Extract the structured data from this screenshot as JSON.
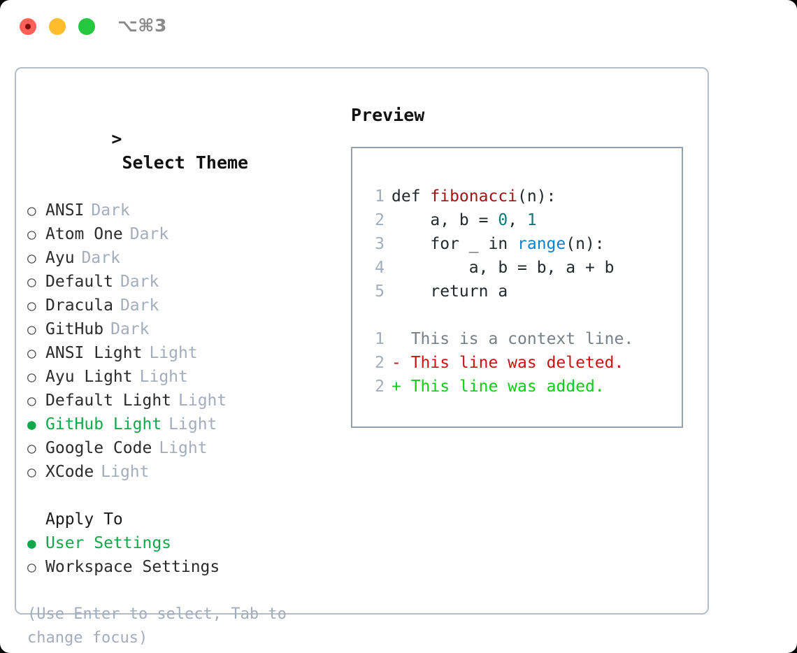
{
  "window": {
    "title": "⌥⌘3",
    "traffic_lights": [
      "close",
      "minimize",
      "zoom"
    ],
    "colors": {
      "close": "#ff6159",
      "minimize": "#ffbd2e",
      "zoom": "#25c73f",
      "accent_green": "#10a84a",
      "muted": "#a3adbb",
      "border": "#b4bcc8",
      "code_border": "#96a1b0"
    }
  },
  "theme_list": {
    "header": "> Select Theme",
    "header_caret": ">",
    "header_label": "Select Theme",
    "marker_unselected": "○",
    "marker_selected": "●",
    "items": [
      {
        "marker": "○",
        "name": "ANSI",
        "variant": "Dark",
        "selected": false
      },
      {
        "marker": "○",
        "name": "Atom One",
        "variant": "Dark",
        "selected": false
      },
      {
        "marker": "○",
        "name": "Ayu",
        "variant": "Dark",
        "selected": false
      },
      {
        "marker": "○",
        "name": "Default",
        "variant": "Dark",
        "selected": false
      },
      {
        "marker": "○",
        "name": "Dracula",
        "variant": "Dark",
        "selected": false
      },
      {
        "marker": "○",
        "name": "GitHub",
        "variant": "Dark",
        "selected": false
      },
      {
        "marker": "○",
        "name": "ANSI Light",
        "variant": "Light",
        "selected": false
      },
      {
        "marker": "○",
        "name": "Ayu Light",
        "variant": "Light",
        "selected": false
      },
      {
        "marker": "○",
        "name": "Default Light",
        "variant": "Light",
        "selected": false
      },
      {
        "marker": "●",
        "name": "GitHub Light",
        "variant": "Light",
        "selected": true
      },
      {
        "marker": "○",
        "name": "Google Code",
        "variant": "Light",
        "selected": false
      },
      {
        "marker": "○",
        "name": "XCode",
        "variant": "Light",
        "selected": false
      }
    ]
  },
  "apply_to": {
    "title": "Apply To",
    "options": [
      {
        "marker": "●",
        "label": "User Settings",
        "selected": true
      },
      {
        "marker": "○",
        "label": "Workspace Settings",
        "selected": false
      }
    ]
  },
  "hint": "(Use Enter to select, Tab to\nchange focus)",
  "preview": {
    "title": "Preview",
    "code_lines": [
      {
        "number": "1",
        "tokens": [
          {
            "text": "def ",
            "type": "kw"
          },
          {
            "text": "fibonacci",
            "type": "fn"
          },
          {
            "text": "(n):",
            "type": "plain"
          }
        ]
      },
      {
        "number": "2",
        "tokens": [
          {
            "text": "    a, b = ",
            "type": "plain"
          },
          {
            "text": "0",
            "type": "num"
          },
          {
            "text": ", ",
            "type": "plain"
          },
          {
            "text": "1",
            "type": "num"
          }
        ]
      },
      {
        "number": "3",
        "tokens": [
          {
            "text": "    for _ in ",
            "type": "plain"
          },
          {
            "text": "range",
            "type": "call"
          },
          {
            "text": "(n):",
            "type": "plain"
          }
        ]
      },
      {
        "number": "4",
        "tokens": [
          {
            "text": "        a, b = b, a + b",
            "type": "plain"
          }
        ]
      },
      {
        "number": "5",
        "tokens": [
          {
            "text": "    return a",
            "type": "plain"
          }
        ]
      }
    ],
    "diff_lines": [
      {
        "number": "1",
        "marker": "  ",
        "text": "This is a context line.",
        "kind": "context"
      },
      {
        "number": "2",
        "marker": "- ",
        "text": "This line was deleted.",
        "kind": "deleted"
      },
      {
        "number": "2",
        "marker": "+ ",
        "text": "This line was added.",
        "kind": "added"
      }
    ]
  }
}
